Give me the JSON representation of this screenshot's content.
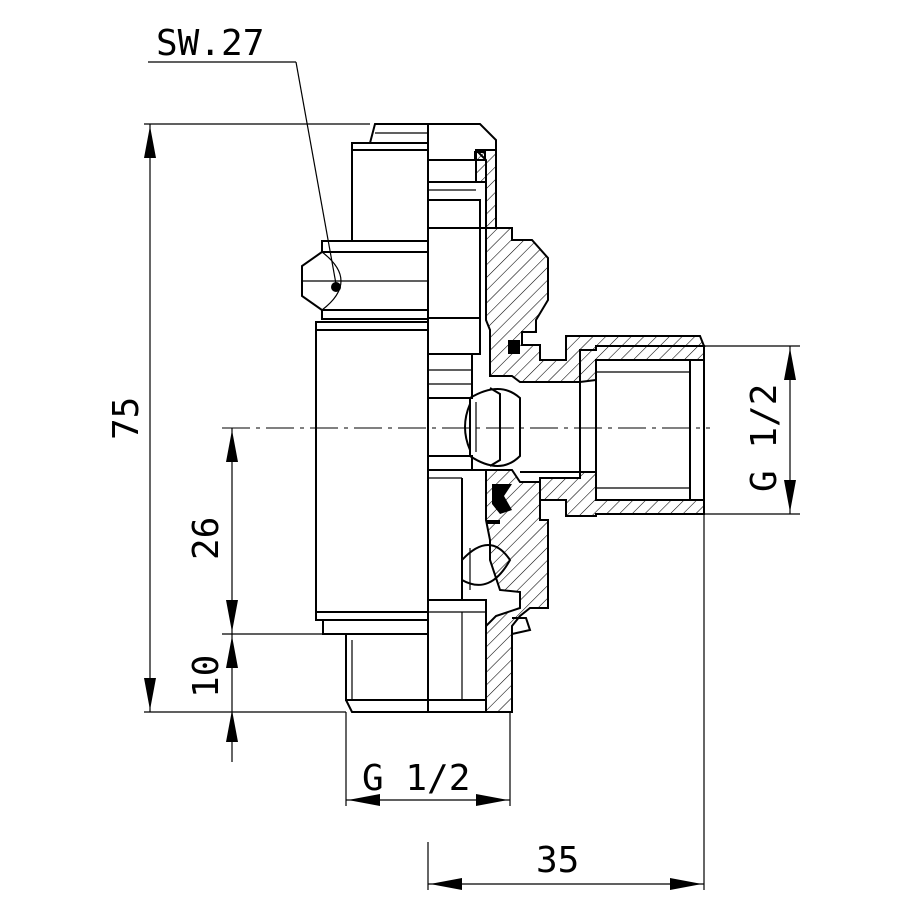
{
  "labels": {
    "wrench_size": "SW.27",
    "overall_height": "75",
    "inlet_offset": "26",
    "thread_length": "10",
    "bottom_thread": "G 1/2",
    "side_thread": "G 1/2",
    "side_reach": "35"
  },
  "colors": {
    "ink": "#000000",
    "paper": "#ffffff"
  }
}
